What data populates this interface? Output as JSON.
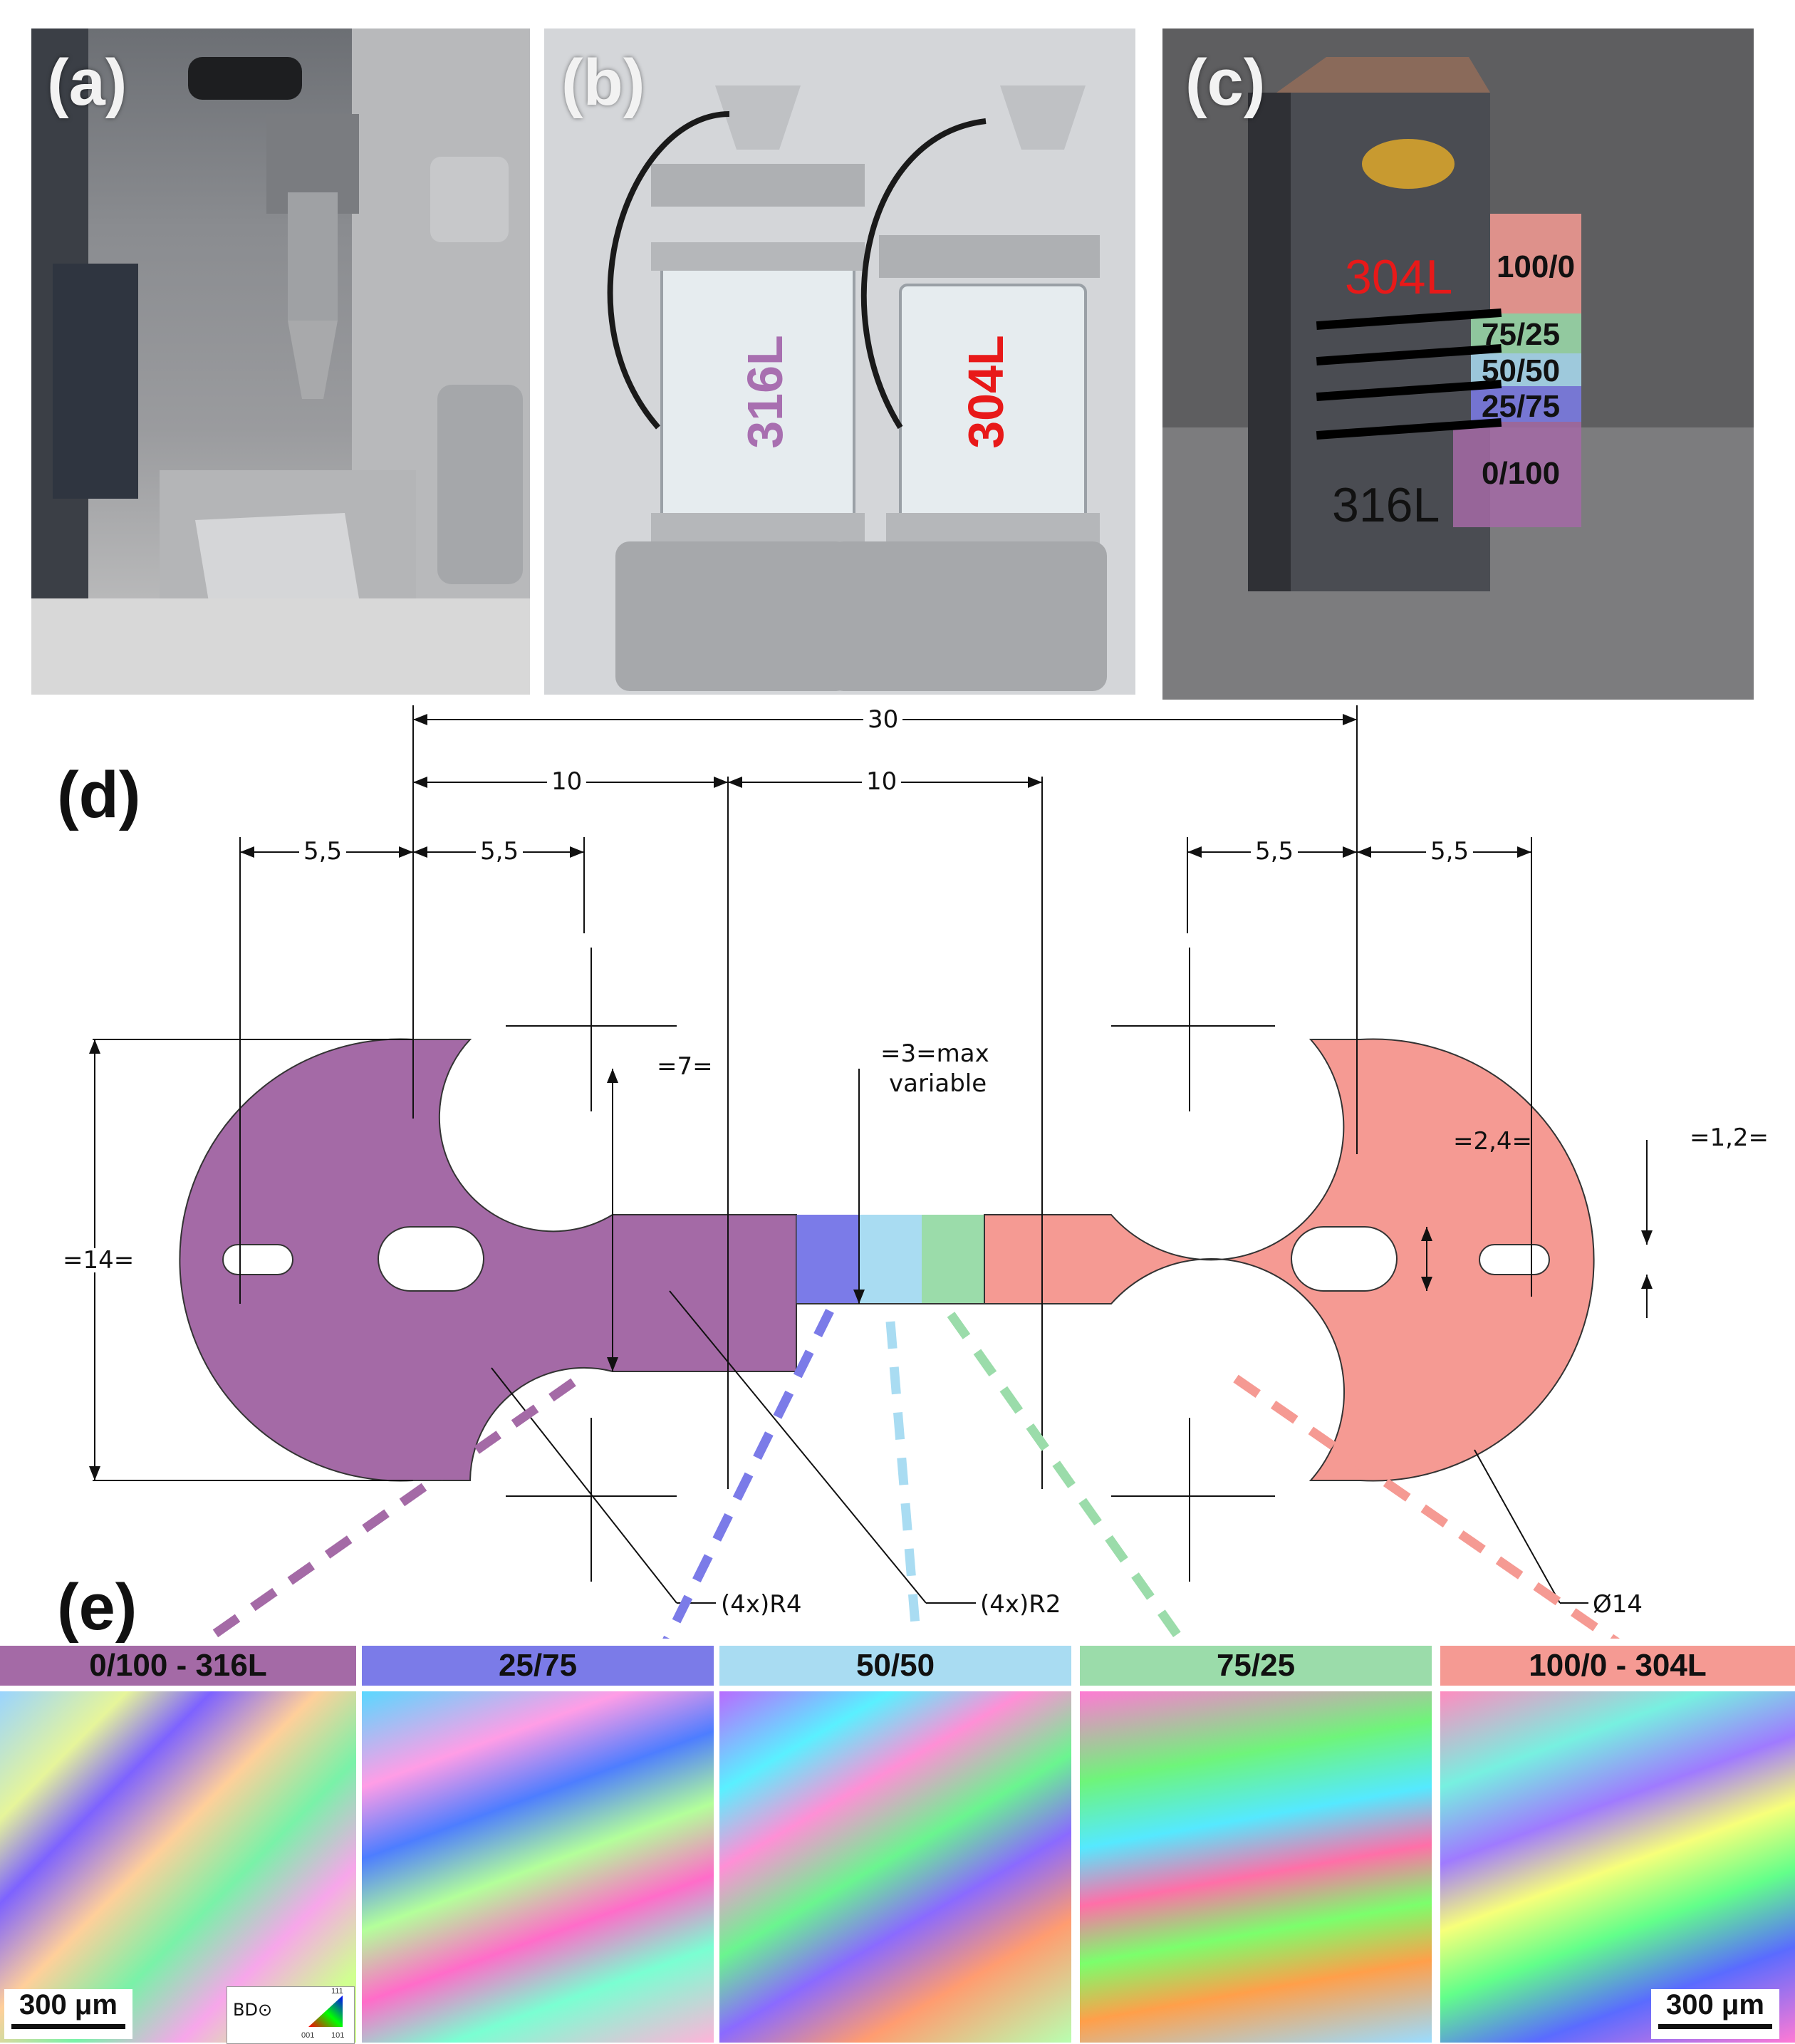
{
  "panels": {
    "a": {
      "label": "(a)"
    },
    "b": {
      "label": "(b)",
      "tube_left": "316L",
      "tube_right": "304L"
    },
    "c": {
      "label": "(c)",
      "top_alloy": "304L",
      "bottom_alloy": "316L",
      "ratios": [
        "100/0",
        "75/25",
        "50/50",
        "25/75",
        "0/100"
      ]
    },
    "d": {
      "label": "(d)",
      "dimensions": {
        "overall": "30",
        "left_span": "10",
        "right_span": "10",
        "left_a": "5,5",
        "left_b": "5,5",
        "right_a": "5,5",
        "right_b": "5,5",
        "height": "=14=",
        "neck": "=7=",
        "gauge_line1": "=3=max",
        "gauge_line2": "variable",
        "slot": "=2,4=",
        "hole": "=1,2=",
        "radius_large": "(4x)R4",
        "radius_small": "(4x)R2",
        "diameter": "Ø14"
      }
    },
    "e": {
      "label": "(e)",
      "columns": [
        {
          "title": "0/100 - 316L",
          "color": "#a46aa6"
        },
        {
          "title": "25/75",
          "color": "#7b7be8"
        },
        {
          "title": "50/50",
          "color": "#a9dcf2"
        },
        {
          "title": "75/25",
          "color": "#9bdcaa"
        },
        {
          "title": "100/0 - 304L",
          "color": "#f59a93"
        }
      ],
      "scale_left": "300 μm",
      "scale_right": "300 μm",
      "legend_label": "BD⊙",
      "legend_ticks": [
        "111",
        "001",
        "101"
      ]
    }
  },
  "colors": {
    "purple": "#a46aa6",
    "blue": "#7b7be8",
    "lightblue": "#a9dcf2",
    "green": "#9bdcaa",
    "red": "#f59a93"
  }
}
